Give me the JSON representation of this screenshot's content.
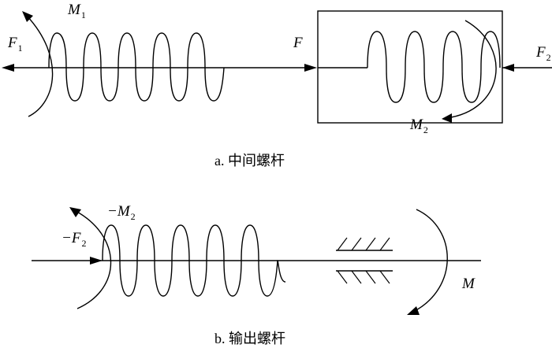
{
  "part_a": {
    "caption": "a. 中间螺杆",
    "label_F1": "F",
    "label_F1_sub": "1",
    "label_M1": "M",
    "label_M1_sub": "1",
    "label_F": "F",
    "label_F2": "F",
    "label_F2_sub": "2",
    "label_M2": "M",
    "label_M2_sub": "2"
  },
  "part_b": {
    "caption": "b. 输出螺杆",
    "label_negF2": "−F",
    "label_negF2_sub": "2",
    "label_negM2": "−M",
    "label_negM2_sub": "2",
    "label_M": "M"
  }
}
